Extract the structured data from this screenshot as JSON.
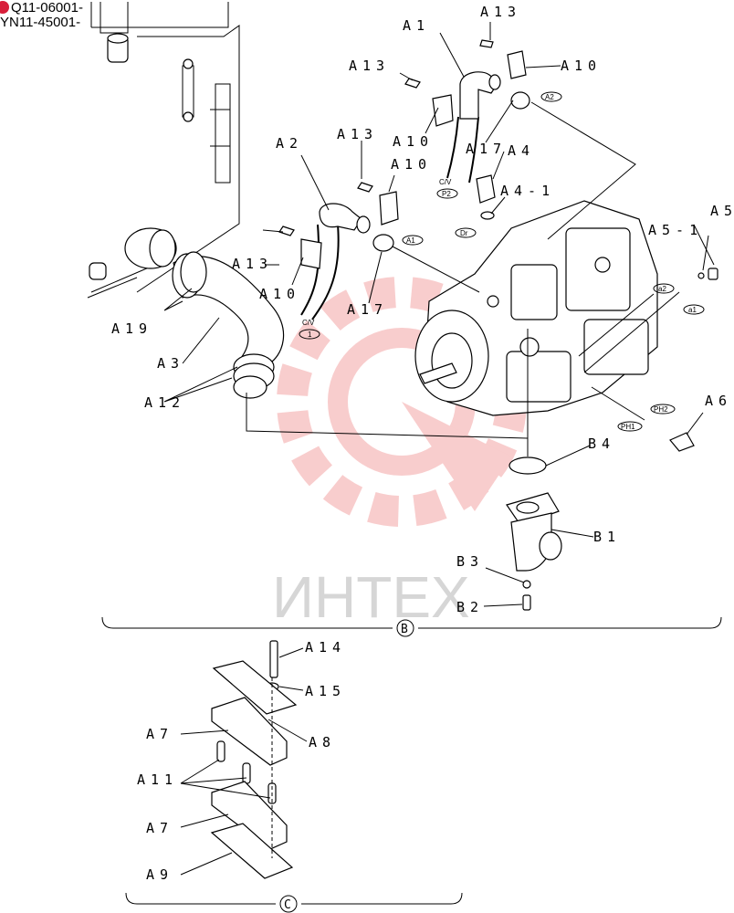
{
  "serials": [
    "Q11-06001-",
    "YN11-45001-"
  ],
  "colors": {
    "serial_dot": "#d81e3a",
    "watermark_gear": "#f4a5a5",
    "watermark_text": "#d6d6d6"
  },
  "watermark": "ИНТЕХ",
  "callouts": {
    "a1": "A1",
    "a2": "A2",
    "a3": "A3",
    "a4": "A4",
    "a4_1": "A4-1",
    "a5": "A5",
    "a5_1": "A5-1",
    "a6": "A6",
    "a7": "A7",
    "a8": "A8",
    "a9": "A9",
    "a10": "A10",
    "a11": "A11",
    "a12": "A12",
    "a13": "A13",
    "a14": "A14",
    "a15": "A15",
    "a17": "A17",
    "a19": "A19",
    "b1": "B1",
    "b2": "B2",
    "b3": "B3",
    "b4": "B4"
  },
  "tags": {
    "a1": "A1",
    "a2": "A2",
    "dr": "Dr",
    "ph1": "PH1",
    "ph2": "PH2",
    "sa1": "a1",
    "sa2": "a2",
    "cv": "C/V",
    "p2": "P2",
    "p1": "1"
  },
  "groups": {
    "b": "B",
    "c": "C"
  }
}
